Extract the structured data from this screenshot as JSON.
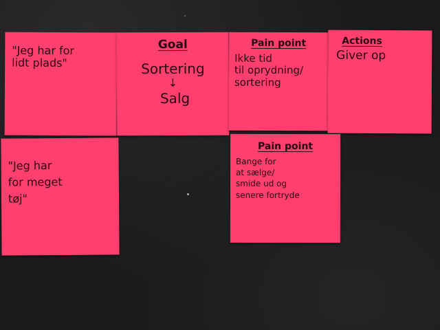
{
  "colors": {
    "note": "#ff3f6e",
    "surface": "#1a1a1c",
    "ink": "#2a0a12"
  },
  "notes": {
    "quote_1": {
      "text": "\"Jeg har for\nlidt plads\""
    },
    "goal": {
      "heading": "Goal",
      "line1": "Sortering",
      "arrow": "↓",
      "line2": "Salg"
    },
    "pain_1": {
      "heading": "Pain point",
      "text": "Ikke tid\ntil oprydning/\nsortering"
    },
    "actions": {
      "heading": "Actions",
      "text": "Giver op"
    },
    "quote_2": {
      "text": "\"Jeg har\nfor meget\n   tøj\""
    },
    "pain_2": {
      "heading": "Pain point",
      "text": "Bange for\nat sælge/\nsmide ud og\nsenere fortryde"
    }
  }
}
